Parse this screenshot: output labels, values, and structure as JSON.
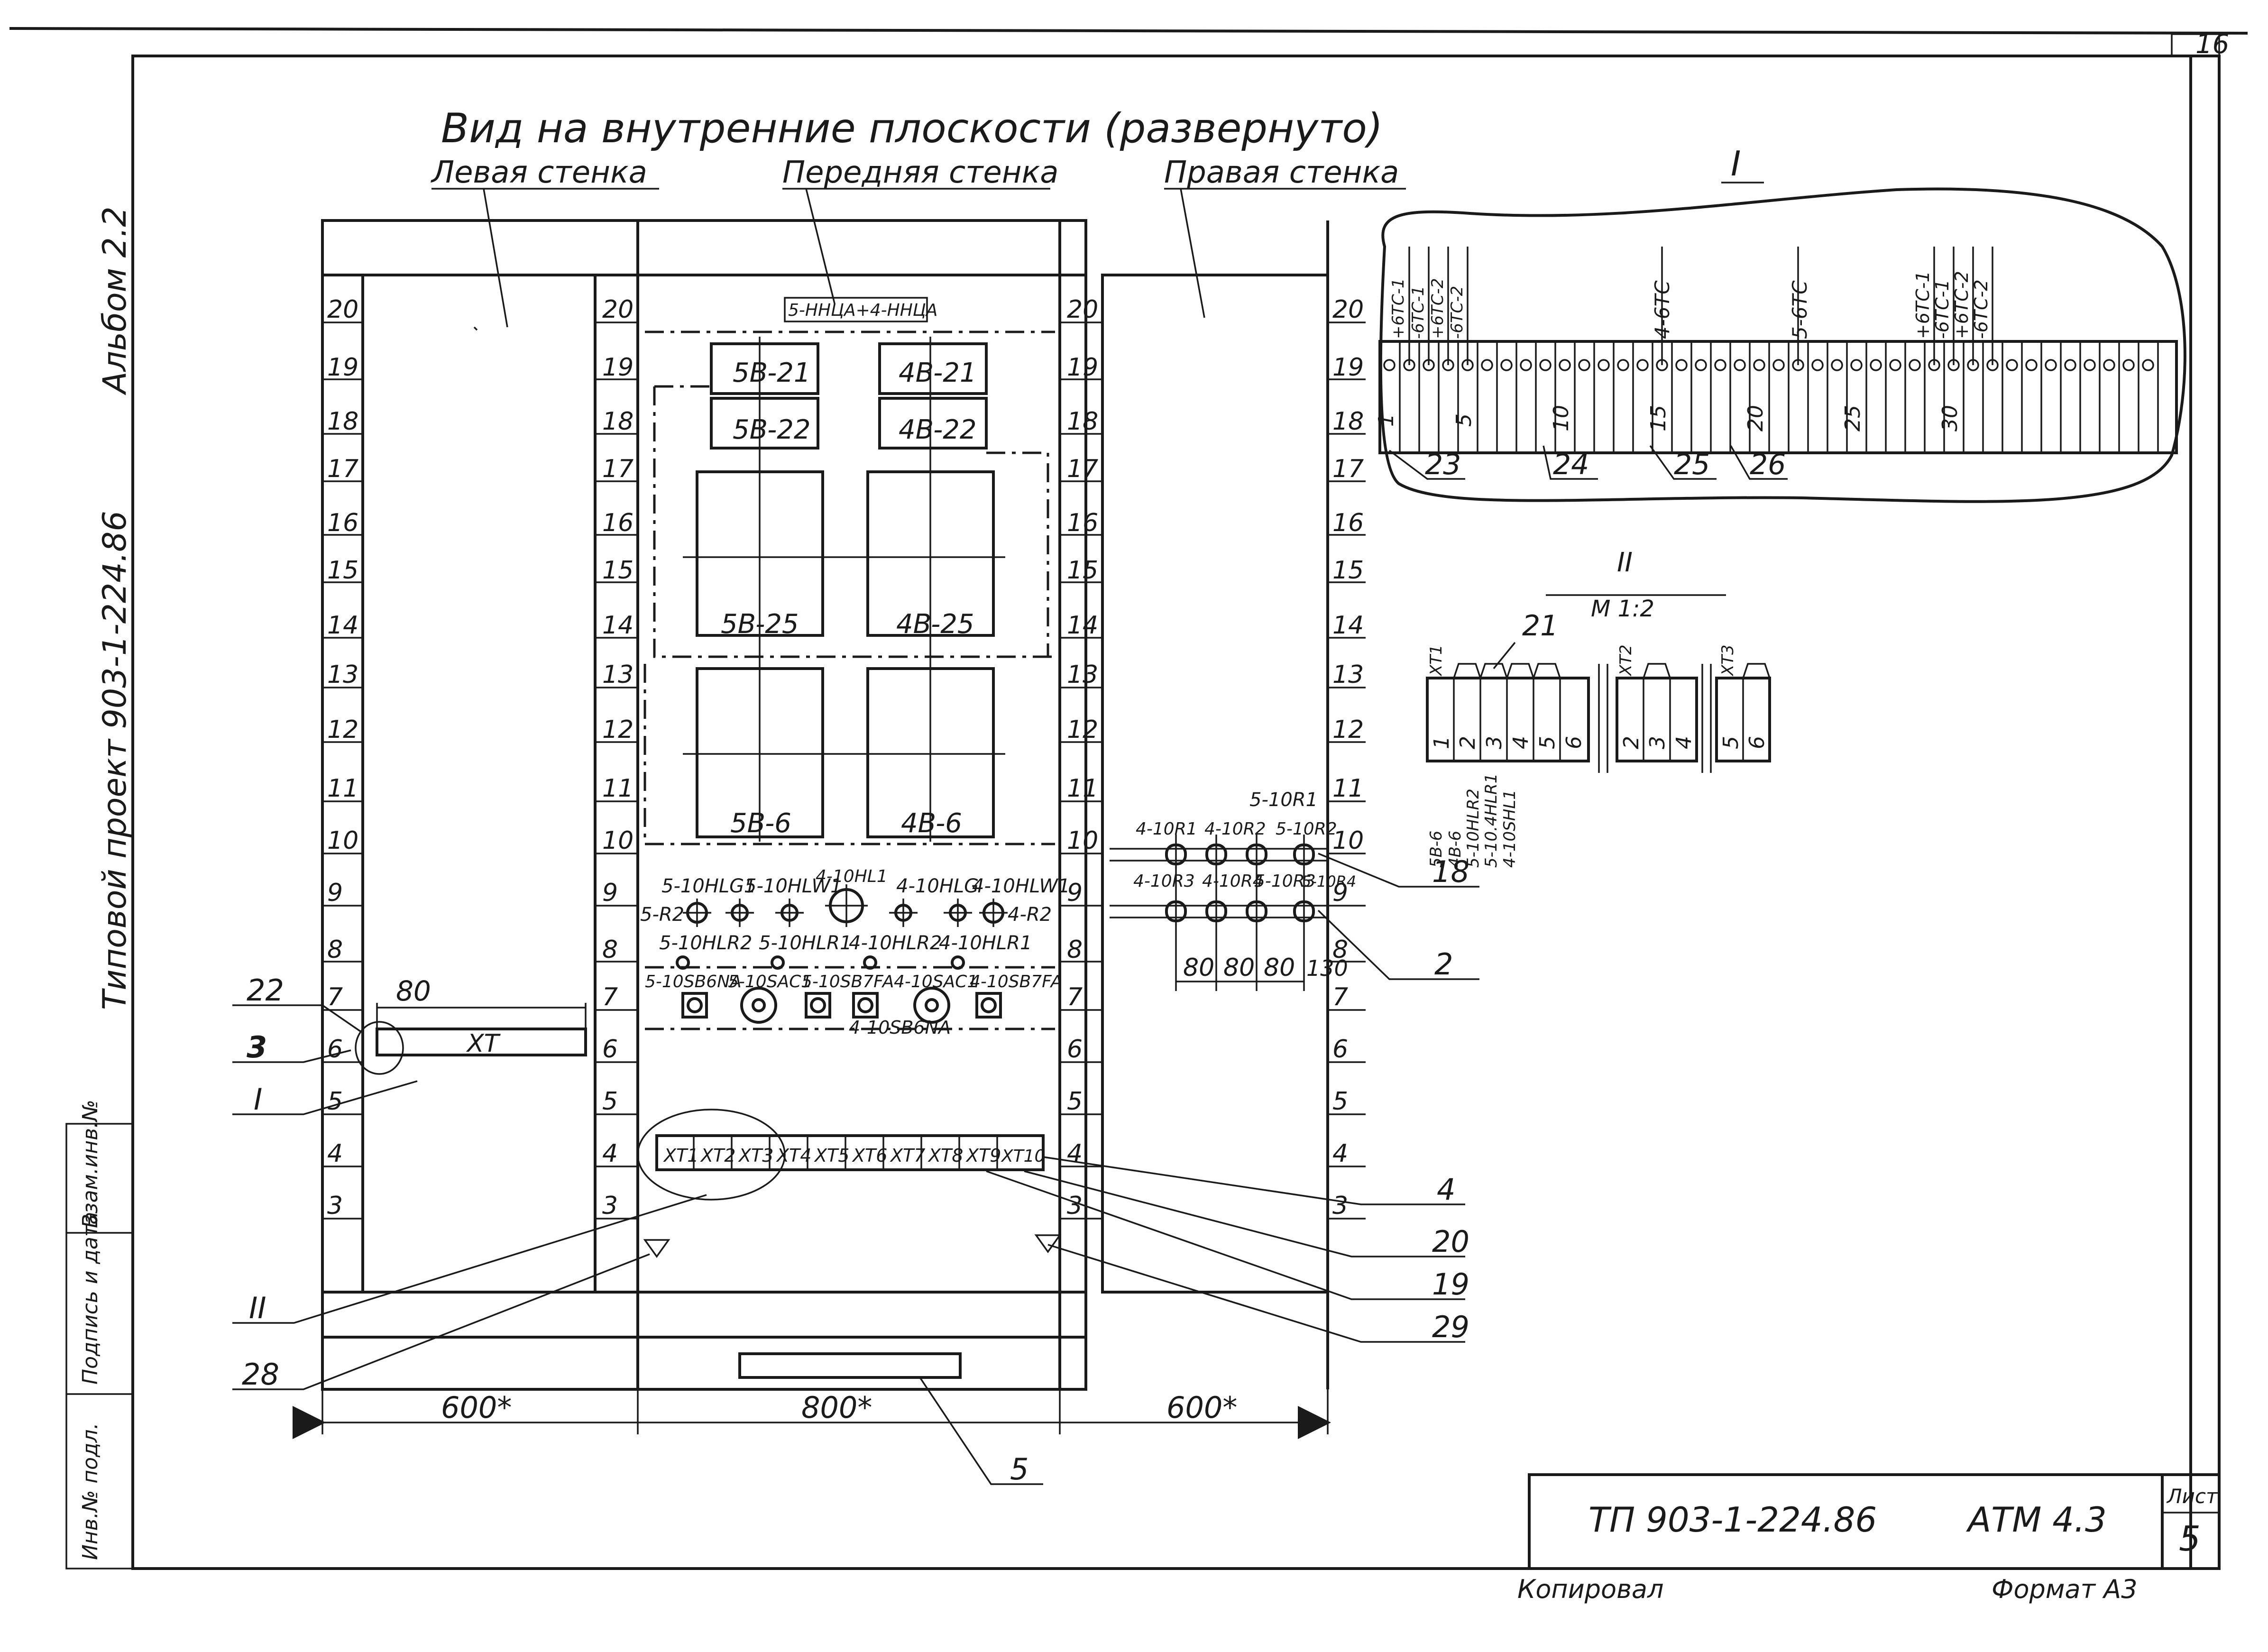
{
  "drawing": {
    "title": "Вид на внутренние плоскости (развернуто)",
    "panels": {
      "left": "Левая стенка",
      "front": "Передняя стенка",
      "right": "Правая стенка"
    },
    "front_top_label": "5-HHЦA+4-HHЦA",
    "apparatus": [
      "5B-21",
      "5B-22",
      "4B-21",
      "4B-22",
      "5B-25",
      "4B-25",
      "5B-6",
      "4B-6"
    ],
    "row_lights": [
      "5-10HLG1",
      "5-10HLW1",
      "4-10HL1",
      "4-10HLG",
      "4-10HLW1"
    ],
    "row_r": [
      "5-R2",
      "4-R2"
    ],
    "row_lights2": [
      "5-10HLR2",
      "5-10HLR1",
      "4-10HLR2",
      "4-10HLR1"
    ],
    "row_switches": [
      "5-10SB6NA",
      "5-10SAC1",
      "5-10SB7FA",
      "4-10SAC1",
      "4-10SB7FA",
      "4-10SB6NA"
    ],
    "terminal_blocks": [
      "XT1",
      "XT2",
      "XT3",
      "XT4",
      "XT5",
      "XT6",
      "XT7",
      "XT8",
      "XT9",
      "XT10"
    ],
    "left_xt": "XT",
    "dim_80": "80",
    "resistors_top": "5-10R1",
    "resistors_row1": [
      "4-10R1",
      "4-10R2",
      "5-10R2"
    ],
    "resistors_row2": [
      "4-10R3",
      "4-10R4",
      "5-10R3",
      "5-10R4"
    ],
    "res_dims": [
      "80",
      "80",
      "80",
      "130"
    ],
    "bottom_dims": [
      "600*",
      "800*",
      "600*"
    ],
    "rulers": {
      "left": [
        "20",
        "19",
        "18",
        "17",
        "16",
        "15",
        "14",
        "13",
        "12",
        "11",
        "10",
        "9",
        "8",
        "7",
        "6",
        "5",
        "4",
        "3"
      ],
      "front_left": [
        "20",
        "19",
        "18",
        "17",
        "16",
        "15",
        "14",
        "13",
        "12",
        "11",
        "10",
        "9",
        "8",
        "7",
        "6",
        "5",
        "4",
        "3"
      ],
      "front_right": [
        "20",
        "19",
        "18",
        "17",
        "16",
        "15",
        "14",
        "13",
        "12",
        "11",
        "10",
        "9",
        "8",
        "7",
        "6",
        "5",
        "4",
        "3"
      ],
      "right": [
        "20",
        "19",
        "18",
        "17",
        "16",
        "15",
        "14",
        "13",
        "12",
        "11",
        "10",
        "9",
        "8",
        "7",
        "6",
        "5",
        "4",
        "3"
      ]
    },
    "callouts_left": [
      "22",
      "3",
      "I",
      "II",
      "28"
    ],
    "callouts_right": [
      "18",
      "2",
      "4",
      "20",
      "19",
      "29"
    ],
    "callout_bottom": "5"
  },
  "detail_I": {
    "label": "I",
    "top_labels": [
      "+6TC-1",
      "-6TC-1",
      "+6TC-2",
      "-6TC-2",
      "4-6TC",
      "5-6TC",
      "+6TC-1",
      "-6TC-1",
      "+6TC-2",
      "-6TC-2"
    ],
    "numbers": [
      "1",
      "5",
      "10",
      "15",
      "20",
      "25",
      "30"
    ],
    "callouts": [
      "23",
      "24",
      "25",
      "26"
    ]
  },
  "detail_II": {
    "label": "II",
    "scale": "M 1:2",
    "groups": [
      "XT1",
      "XT2",
      "XT3"
    ],
    "callout": "21",
    "cells_g1": [
      "1",
      "2",
      "3",
      "4",
      "5",
      "6"
    ],
    "cells_g2": [
      "2",
      "3",
      "4"
    ],
    "cells_g3": [
      "5",
      "6"
    ],
    "wire_labels": [
      "5B-6",
      "4B-6",
      "5-10HLR2",
      "5-10.4HLR1",
      "4-10SHL1"
    ]
  },
  "side_text": {
    "album": "Альбом 2.2",
    "project": "Типовой проект 903-1-224.86"
  },
  "stamp_cols": [
    "Инв.№ подл.",
    "Подпись и дата",
    "Взам.инв.№"
  ],
  "title_block": {
    "code": "ТП 903-1-224.86",
    "sheet_code": "АТМ 4.3",
    "sheet_label": "Лист",
    "sheet_number": "5",
    "page_corner": "16",
    "copied": "Копировал",
    "format": "Формат А3"
  }
}
